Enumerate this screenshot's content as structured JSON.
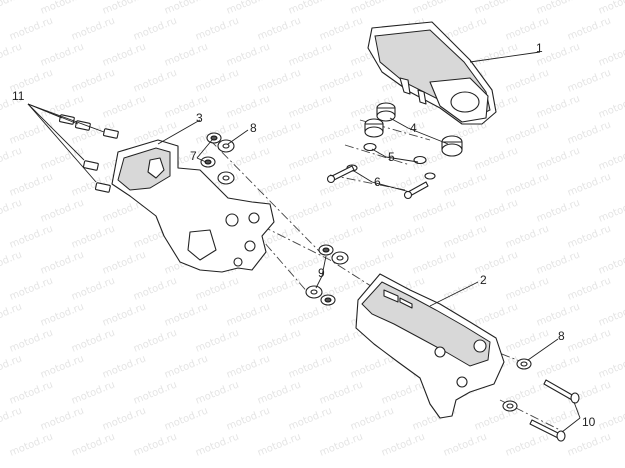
{
  "callouts": {
    "c1": "1",
    "c2": "2",
    "c3": "3",
    "c4": "4",
    "c5": "5",
    "c6": "6",
    "c7": "7",
    "c8a": "8",
    "c8b": "8",
    "c9": "9",
    "c10": "10",
    "c11": "11"
  },
  "watermark": {
    "text": "motod.ru"
  }
}
